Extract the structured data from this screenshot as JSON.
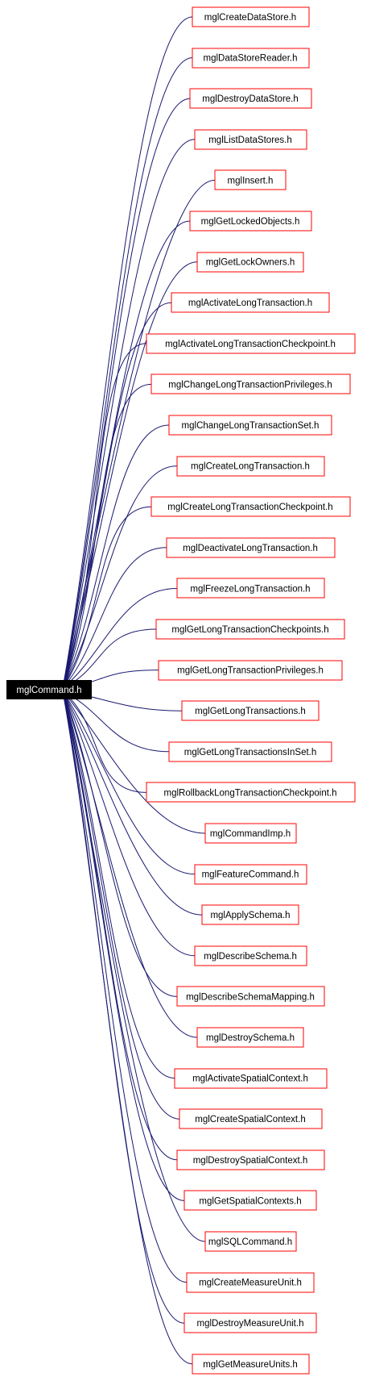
{
  "colors": {
    "edge": "#191970",
    "node_border": "#ff0000",
    "root_fill": "#000000",
    "root_text": "#ffffff"
  },
  "root": {
    "label": "mglCommand.h"
  },
  "includers": [
    "mglCreateDataStore.h",
    "mglDataStoreReader.h",
    "mglDestroyDataStore.h",
    "mglListDataStores.h",
    "mglInsert.h",
    "mglGetLockedObjects.h",
    "mglGetLockOwners.h",
    "mglActivateLongTransaction.h",
    "mglActivateLongTransactionCheckpoint.h",
    "mglChangeLongTransactionPrivileges.h",
    "mglChangeLongTransactionSet.h",
    "mglCreateLongTransaction.h",
    "mglCreateLongTransactionCheckpoint.h",
    "mglDeactivateLongTransaction.h",
    "mglFreezeLongTransaction.h",
    "mglGetLongTransactionCheckpoints.h",
    "mglGetLongTransactionPrivileges.h",
    "mglGetLongTransactions.h",
    "mglGetLongTransactionsInSet.h",
    "mglRollbackLongTransactionCheckpoint.h",
    "mglCommandImp.h",
    "mglFeatureCommand.h",
    "mglApplySchema.h",
    "mglDescribeSchema.h",
    "mglDescribeSchemaMapping.h",
    "mglDestroySchema.h",
    "mglActivateSpatialContext.h",
    "mglCreateSpatialContext.h",
    "mglDestroySpatialContext.h",
    "mglGetSpatialContexts.h",
    "mglSQLCommand.h",
    "mglCreateMeasureUnit.h",
    "mglDestroyMeasureUnit.h",
    "mglGetMeasureUnits.h"
  ]
}
